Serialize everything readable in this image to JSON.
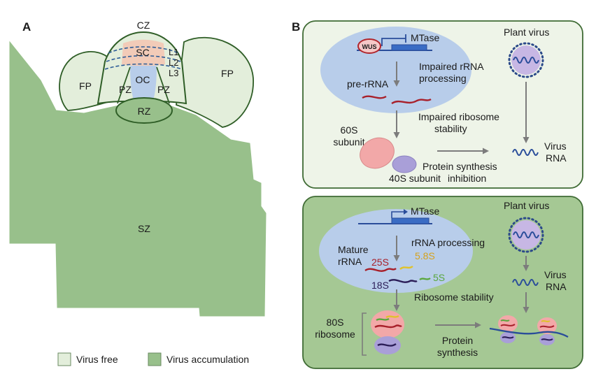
{
  "panelA": {
    "letter": "A",
    "zones": {
      "cz": "CZ",
      "sc": "SC",
      "oc": "OC",
      "l1": "L1",
      "l2": "L2",
      "l3": "L3",
      "pz_left": "PZ",
      "pz_right": "PZ",
      "fp_left": "FP",
      "fp_right": "FP",
      "rz": "RZ",
      "sz": "SZ"
    },
    "legend": {
      "free": "Virus free",
      "accumulation": "Virus accumulation"
    },
    "colors": {
      "virus_free": "#e3eedb",
      "virus_accumulation": "#98c08b",
      "outline": "#2f5e27",
      "stem_cell": "#f2cbb8",
      "organizing_center": "#b8cdea"
    }
  },
  "panelB": {
    "letter": "B",
    "top": {
      "wus": "WUS",
      "mtase": "MTase",
      "plant_virus": "Plant virus",
      "impaired_processing_1": "Impaired rRNA",
      "impaired_processing_2": "processing",
      "pre_rrna": "pre-rRNA",
      "impaired_stability_1": "Impaired ribosome",
      "impaired_stability_2": "stability",
      "s60_1": "60S",
      "s60_2": "subunit",
      "s40": "40S subunit",
      "virus_rna_1": "Virus",
      "virus_rna_2": "RNA",
      "inhibition_1": "Protein synthesis",
      "inhibition_2": "inhibition"
    },
    "bottom": {
      "mtase": "MTase",
      "plant_virus": "Plant virus",
      "rrna_processing": "rRNA processing",
      "mature_1": "Mature",
      "mature_2": "rRNA",
      "r25s": "25S",
      "r58s": "5.8S",
      "r5s": "5S",
      "r18s": "18S",
      "virus_rna_1": "Virus",
      "virus_rna_2": "RNA",
      "ribosome_stability": "Ribosome stability",
      "s80_1": "80S",
      "s80_2": "ribosome",
      "synthesis_1": "Protein",
      "synthesis_2": "synthesis"
    },
    "colors": {
      "top_bg": "#eef4e8",
      "bottom_bg": "#a5c894",
      "border": "#3f6b34",
      "nucleus": "#b8cdea",
      "r25s": "#a8202a",
      "r58s": "#d6a21c",
      "r5s": "#5aa73d",
      "r18s": "#2b1d57"
    }
  }
}
